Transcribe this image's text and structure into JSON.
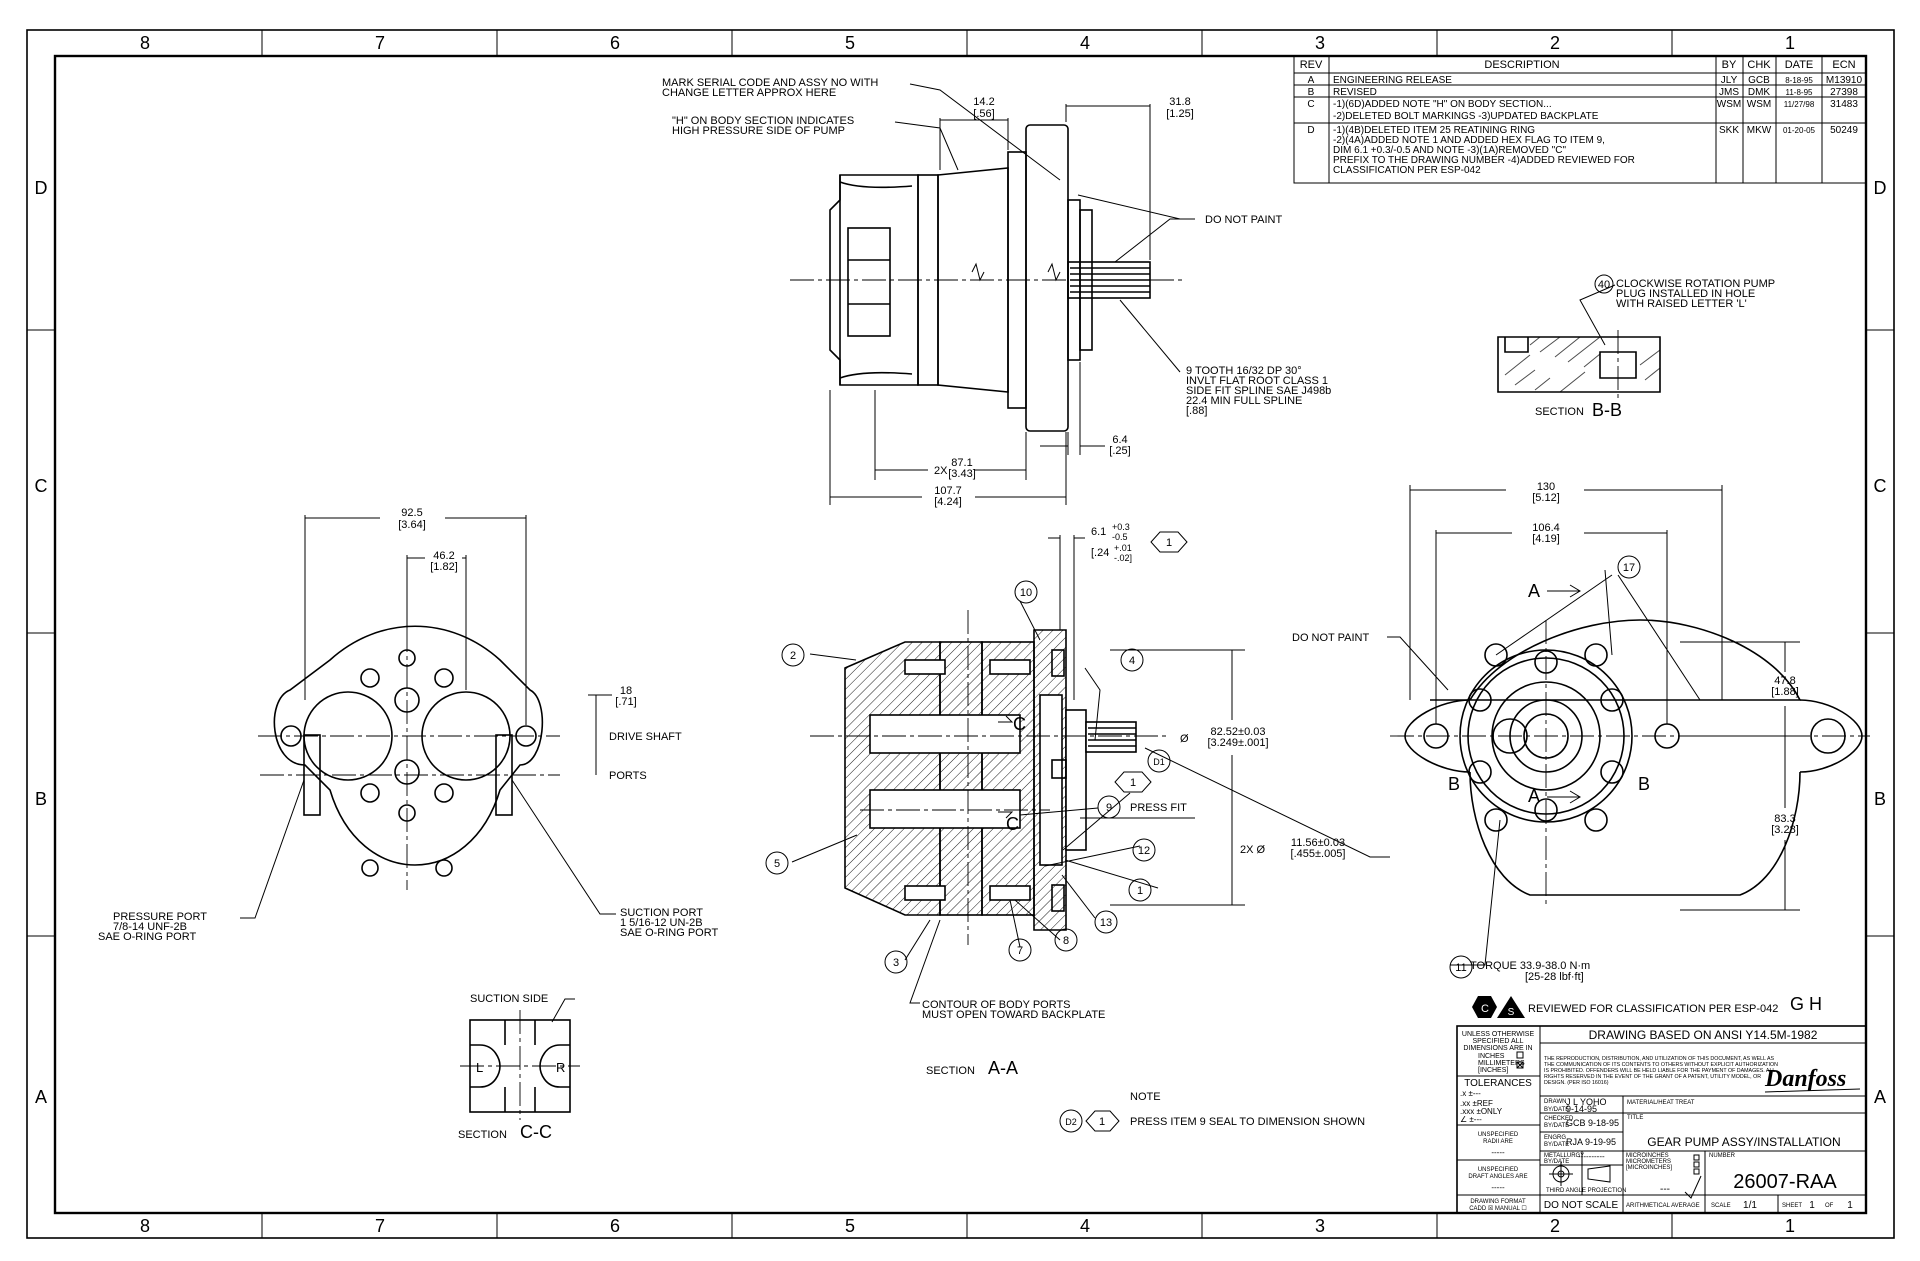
{
  "zones": {
    "columns": [
      "8",
      "7",
      "6",
      "5",
      "4",
      "3",
      "2",
      "1"
    ],
    "rows": [
      "D",
      "C",
      "B",
      "A"
    ]
  },
  "revision_block": {
    "headers": {
      "rev": "REV",
      "description": "DESCRIPTION",
      "by": "BY",
      "chk": "CHK",
      "date": "DATE",
      "ecn": "ECN"
    },
    "rows": [
      {
        "rev": "A",
        "lines": [
          "ENGINEERING RELEASE"
        ],
        "by": "JLY",
        "chk": "GCB",
        "date": "8-18-95",
        "ecn": "M13910"
      },
      {
        "rev": "B",
        "lines": [
          "REVISED"
        ],
        "by": "JMS",
        "chk": "DMK",
        "date": "11-8-95",
        "ecn": "27398"
      },
      {
        "rev": "C",
        "lines": [
          "-1)(6D)ADDED NOTE \"H\" ON BODY SECTION...",
          "-2)DELETED BOLT MARKINGS -3)UPDATED BACKPLATE"
        ],
        "by": "WSM",
        "chk": "WSM",
        "date": "11/27/98",
        "ecn": "31483"
      },
      {
        "rev": "D",
        "lines": [
          "-1)(4B)DELETED ITEM 25 REATINING RING",
          "-2)(4A)ADDED NOTE 1 AND ADDED HEX FLAG TO ITEM 9,",
          "DIM 6.1 +0.3/-0.5 AND NOTE -3)(1A)REMOVED \"C\"",
          "PREFIX TO THE DRAWING NUMBER -4)ADDED REVIEWED FOR",
          "CLASSIFICATION PER ESP-042"
        ],
        "by": "SKK",
        "chk": "MKW",
        "date": "01-20-05",
        "ecn": "50249"
      }
    ]
  },
  "top_view": {
    "note_serial": [
      "MARK SERIAL CODE AND ASSY NO WITH",
      "CHANGE LETTER APPROX HERE"
    ],
    "note_h": [
      "\"H\" ON BODY SECTION INDICATES",
      "HIGH PRESSURE SIDE OF PUMP"
    ],
    "dim_14_2": [
      "14.2",
      "[.56]"
    ],
    "dim_31_8": [
      "31.8",
      "[1.25]"
    ],
    "do_not_paint": "DO NOT PAINT",
    "spline_note": [
      "9 TOOTH 16/32 DP 30°",
      "INVLT FLAT ROOT CLASS 1",
      "SIDE FIT SPLINE SAE J498b",
      "22.4 MIN FULL SPLINE",
      "[.88]"
    ],
    "dim_6_4": [
      "6.4",
      "[.25]"
    ],
    "dim_87_1_prefix": "2X",
    "dim_87_1": [
      "87.1",
      "[3.43]"
    ],
    "dim_107_7": [
      "107.7",
      "[4.24]"
    ]
  },
  "section_bb": {
    "balloon": "40",
    "note": [
      "CLOCKWISE ROTATION PUMP",
      "PLUG INSTALLED IN HOLE",
      "WITH RAISED LETTER 'L'"
    ],
    "label_prefix": "SECTION",
    "label_letters": "B-B"
  },
  "left_view": {
    "dim_92_5": [
      "92.5",
      "[3.64]"
    ],
    "dim_46_2": [
      "46.2",
      "[1.82]"
    ],
    "dim_18": [
      "18",
      "[.71]"
    ],
    "drive_shaft": "DRIVE SHAFT",
    "ports": "PORTS",
    "pressure_port": [
      "PRESSURE PORT",
      "7/8-14 UNF-2B",
      "SAE O-RING PORT"
    ],
    "suction_port": [
      "SUCTION PORT",
      "1 5/16-12 UN-2B",
      "SAE O-RING PORT"
    ]
  },
  "section_aa": {
    "dim_6_1": "6.1",
    "dim_6_1_tol": [
      "+0.3",
      "-0.5"
    ],
    "dim_24": "[.24",
    "dim_24_tol": [
      "+.01",
      "-.02]"
    ],
    "hex_note_ref": "1",
    "balloons": [
      "10",
      "2",
      "4",
      "D1",
      "1",
      "9",
      "5",
      "12",
      "1",
      "13",
      "3",
      "7",
      "8"
    ],
    "press_fit": "PRESS FIT",
    "dia_prefix": "Ø",
    "dia_82": [
      "82.52±0.03",
      "[3.249±.001]"
    ],
    "dia_11_prefix": "2X Ø",
    "dia_11": [
      "11.56±0.03",
      "[.455±.005]"
    ],
    "section_c_marks": [
      "C",
      "C"
    ],
    "contour_note": [
      "CONTOUR OF BODY PORTS",
      "MUST OPEN TOWARD BACKPLATE"
    ],
    "label_prefix": "SECTION",
    "label_letters": "A-A"
  },
  "right_view": {
    "dim_130": [
      "130",
      "[5.12]"
    ],
    "dim_106_4": [
      "106.4",
      "[4.19]"
    ],
    "balloon_17": "17",
    "section_a": [
      "A",
      "A"
    ],
    "section_b": [
      "B",
      "B"
    ],
    "do_not_paint": "DO NOT PAINT",
    "dim_47_8": [
      "47.8",
      "[1.88]"
    ],
    "dim_83_3": [
      "83.3",
      "[3.28]"
    ],
    "balloon_11": "11",
    "torque": [
      "TORQUE 33.9-38.0 N·m",
      "[25-28 lbf·ft]"
    ]
  },
  "section_cc": {
    "suction_side": "SUCTION SIDE",
    "letter_l": "L",
    "letter_r": "R",
    "label_prefix": "SECTION",
    "label_letters": "C-C"
  },
  "note": {
    "heading": "NOTE",
    "balloon": "D2",
    "hex": "1",
    "text": "PRESS ITEM 9 SEAL TO DIMENSION SHOWN"
  },
  "classification": {
    "hex_c": "C",
    "tri_s": "S",
    "text": "REVIEWED FOR CLASSIFICATION PER ESP-042",
    "flags": "G H"
  },
  "title_block": {
    "standard": "DRAWING BASED ON ANSI Y14.5M-1982",
    "unless": [
      "UNLESS OTHERWISE",
      "SPECIFIED ALL",
      "DIMENSIONS ARE IN"
    ],
    "units": [
      "INCHES",
      "MILLIMETERS",
      "[INCHES]"
    ],
    "tolerances": "TOLERANCES",
    "tol_lines": [
      ".x ±---",
      ".xx ±REF",
      ".xxx ±ONLY",
      "∠ ±---"
    ],
    "radii": [
      "UNSPECIFIED",
      "RADII ARE",
      "-----"
    ],
    "draft": [
      "UNSPECIFIED",
      "DRAFT ANGLES ARE",
      "-----"
    ],
    "format": [
      "DRAWING FORMAT",
      "CADD ☒ MANUAL ☐"
    ],
    "disclaimer": [
      "THE REPRODUCTION, DISTRIBUTION, AND UTILIZATION OF THIS DOCUMENT, AS WELL AS",
      "THE COMMUNICATION OF ITS CONTENTS TO OTHERS WITHOUT EXPLICIT AUTHORIZATION",
      "IS PROHIBITED. OFFENDERS WILL BE HELD LIABLE FOR THE PAYMENT OF DAMAGES. ALL",
      "RIGHTS RESERVED IN THE EVENT OF THE GRANT OF A PATENT, UTILITY MODEL, OR",
      "DESIGN. (PER ISO 16016)"
    ],
    "logo": "Danfoss",
    "drawn": [
      "DRAWN",
      "J L YOHO",
      "BY/DATE",
      "9-14-95"
    ],
    "checked": [
      "CHECKED",
      "BY/DATE",
      "GCB 9-18-95"
    ],
    "engrg": [
      "ENGRG",
      "BY/DATE",
      "RJA 9-19-95"
    ],
    "metallurgy": [
      "METALLURGY",
      "BY/DATE",
      "----------"
    ],
    "material": "MATERIAL/HEAT TREAT",
    "title_label": "TITLE",
    "title": "GEAR PUMP ASSY/INSTALLATION",
    "projection": "THIRD ANGLE PROJECTION",
    "micro": [
      "MICROINCHES",
      "MICROMETERS",
      "[MICROINCHES]"
    ],
    "surface": "---",
    "arith": "ARITHMETICAL AVERAGE",
    "number_label": "NUMBER",
    "number": "26007-RAA",
    "do_not_scale": "DO NOT SCALE",
    "scale_label": "SCALE",
    "scale": "1/1",
    "sheet_label": "SHEET",
    "sheet": "1",
    "of_label": "OF",
    "of": "1"
  }
}
